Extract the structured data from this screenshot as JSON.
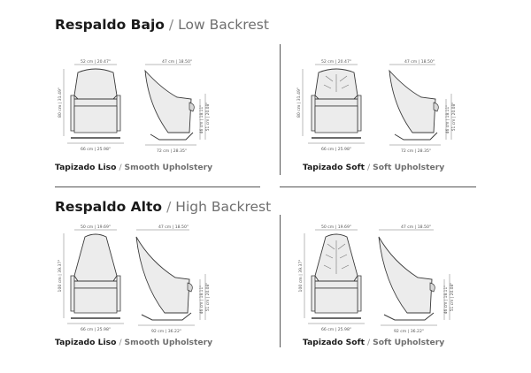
{
  "sections": {
    "low": {
      "title_es": "Respaldo Bajo",
      "sep": "/",
      "title_en": "Low Backrest"
    },
    "high": {
      "title_es": "Respaldo Alto",
      "sep": "/",
      "title_en": "High Backrest"
    }
  },
  "panels": {
    "low_smooth": {
      "front_width": "52 cm | 20.47\"",
      "front_height": "80 cm | 31.49\"",
      "base_width": "66 cm | 25.98\"",
      "side_top": "47 cm | 18.50\"",
      "side_seat": "46 cm | 18.11\"",
      "side_arm": "51 cm | 20.08\"",
      "side_depth": "72 cm | 28.35\"",
      "caption_es": "Tapizado Liso",
      "caption_sep": "/",
      "caption_en": "Smooth Upholstery"
    },
    "low_soft": {
      "front_width": "52 cm | 20.47\"",
      "front_height": "80 cm | 31.49\"",
      "base_width": "66 cm | 25.98\"",
      "side_top": "47 cm | 18.50\"",
      "side_seat": "46 cm | 18.11\"",
      "side_arm": "51 cm | 20.08\"",
      "side_depth": "72 cm | 28.35\"",
      "caption_es": "Tapizado Soft",
      "caption_sep": "/",
      "caption_en": "Soft Upholstery"
    },
    "high_smooth": {
      "front_width": "50 cm | 19.69\"",
      "front_height": "100 cm | 39.37\"",
      "base_width": "66 cm | 25.98\"",
      "side_top": "47 cm | 18.50\"",
      "side_seat": "46 cm | 18.11\"",
      "side_arm": "51 cm | 20.08\"",
      "side_depth": "92 cm | 36.22\"",
      "caption_es": "Tapizado Liso",
      "caption_sep": "/",
      "caption_en": "Smooth Upholstery"
    },
    "high_soft": {
      "front_width": "50 cm | 19.69\"",
      "front_height": "100 cm | 39.37\"",
      "base_width": "66 cm | 25.98\"",
      "side_top": "47 cm | 18.50\"",
      "side_seat": "46 cm | 18.11\"",
      "side_arm": "51 cm | 20.08\"",
      "side_depth": "92 cm | 36.22\"",
      "caption_es": "Tapizado Soft",
      "caption_sep": "/",
      "caption_en": "Soft Upholstery"
    }
  },
  "colors": {
    "line": "#3a3a3a",
    "dim": "#555555",
    "fill": "#ececec"
  }
}
